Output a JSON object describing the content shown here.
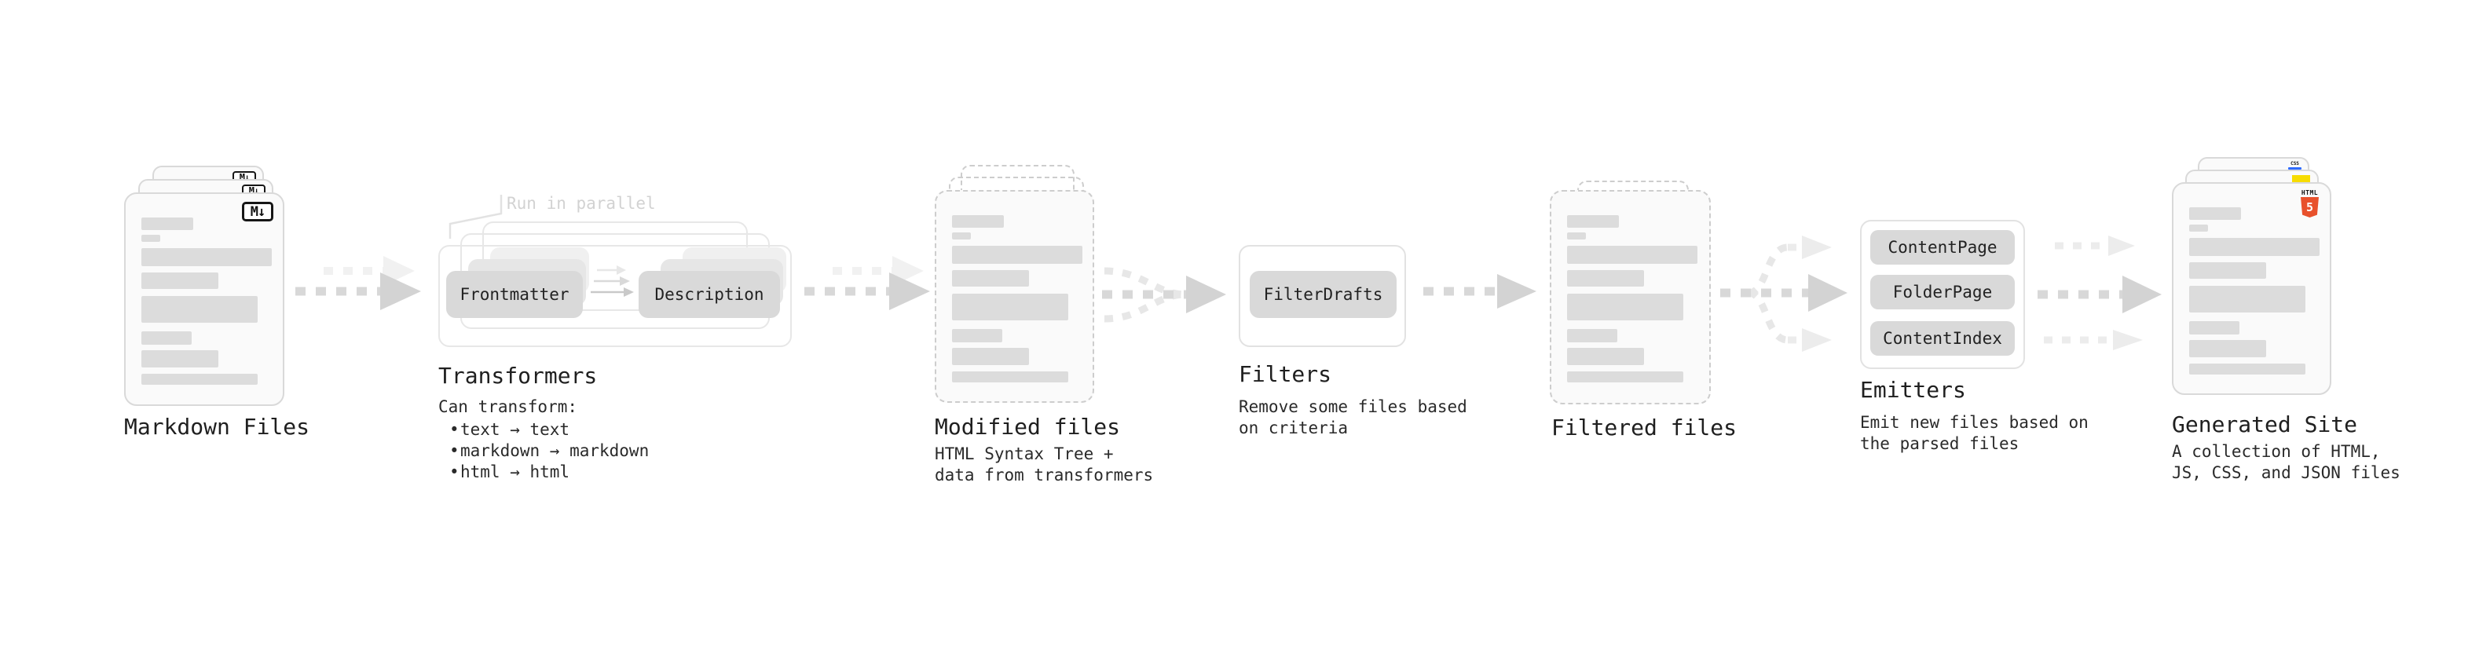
{
  "stages": {
    "markdown_files": {
      "label": "Markdown Files"
    },
    "transformers": {
      "label": "Transformers",
      "annotation": "Run in parallel",
      "boxes": [
        "Frontmatter",
        "Description"
      ],
      "description": "Can transform:",
      "bullet_char": "•",
      "bullets": [
        "text → text",
        "markdown → markdown",
        "html → html"
      ]
    },
    "modified_files": {
      "label": "Modified files",
      "desc_lines": [
        "HTML Syntax Tree +",
        "data from transformers"
      ]
    },
    "filters": {
      "label": "Filters",
      "boxes": [
        "FilterDrafts"
      ],
      "desc_lines": [
        "Remove some files based",
        "on criteria"
      ]
    },
    "filtered_files": {
      "label": "Filtered files"
    },
    "emitters": {
      "label": "Emitters",
      "boxes": [
        "ContentPage",
        "FolderPage",
        "ContentIndex"
      ],
      "desc_lines": [
        "Emit new files based on",
        "the parsed files"
      ]
    },
    "generated_site": {
      "label": "Generated Site",
      "desc_lines": [
        "A collection of HTML,",
        "JS, CSS, and JSON files"
      ]
    }
  },
  "icons": {
    "markdown_badge": "M↓",
    "html5_label": "HTML",
    "html5_number": "5",
    "css_label": "CSS"
  },
  "colors": {
    "doc_fill": "#fafafa",
    "doc_border": "#d9d9d9",
    "content_bar": "#dcdcdc",
    "box_fill": "#d9d9d9",
    "arrow_dark": "#d8d8d8",
    "arrow_light": "#f1f1f1",
    "html5_orange": "#e8512c",
    "js_yellow": "#f7dc00",
    "css_blue": "#2f6bff",
    "text": "#1f1f1f",
    "annotation": "#d2d2d2"
  }
}
